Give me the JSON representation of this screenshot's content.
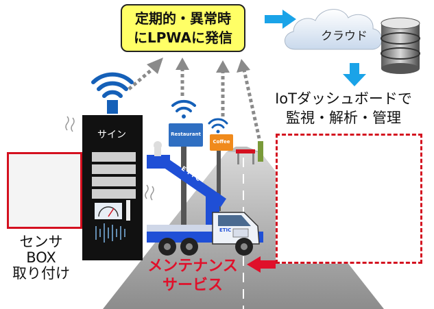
{
  "bubble": {
    "line1": "定期的・異常時",
    "line2": "にLPWAに発信"
  },
  "cloud": {
    "label": "クラウド"
  },
  "dashboard": {
    "line1": "IoTダッシュボードで",
    "line2": "監視・解析・管理"
  },
  "sensor": {
    "line1": "センサ",
    "line2": "BOX",
    "line3": "取り付け"
  },
  "sign": {
    "label": "サイン"
  },
  "maintenance": {
    "line1": "メンテナンス",
    "line2": "サービス"
  },
  "shops": {
    "restaurant": "Restaurant",
    "coffee": "Coffee"
  },
  "truck": {
    "boom_text": "ETIC",
    "door_text": "ETIC"
  },
  "colors": {
    "bubble": "#ffff66",
    "accent_red": "#d4101f",
    "arrow_blue": "#1aa3e8",
    "wifi_blue": "#1560b8"
  }
}
